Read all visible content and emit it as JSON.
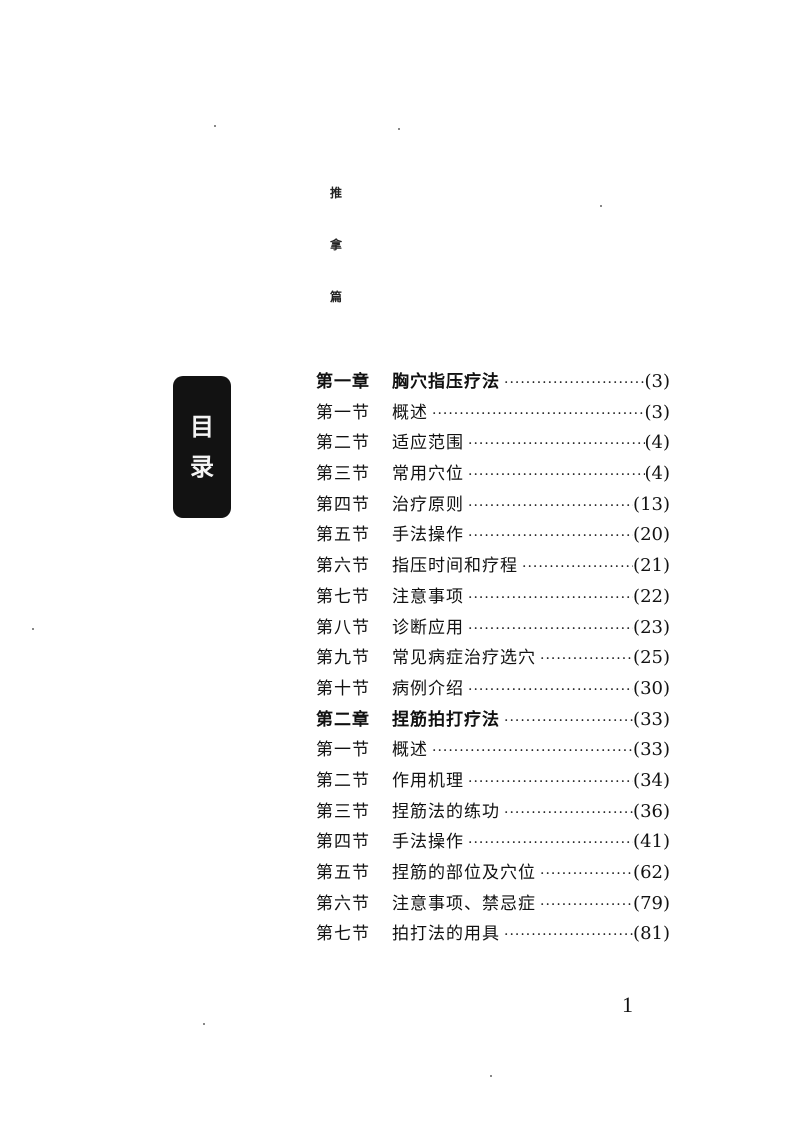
{
  "side_title": [
    "推",
    "拿",
    "篇"
  ],
  "tab_label": [
    "目",
    "录"
  ],
  "toc": [
    {
      "num": "第一章",
      "title": "胸穴指压疗法",
      "page": "(3)",
      "chapter": true
    },
    {
      "num": "第一节",
      "title": "概述",
      "page": "(3)"
    },
    {
      "num": "第二节",
      "title": "适应范围",
      "page": "(4)"
    },
    {
      "num": "第三节",
      "title": "常用穴位",
      "page": "(4)"
    },
    {
      "num": "第四节",
      "title": "治疗原则",
      "page": "(13)"
    },
    {
      "num": "第五节",
      "title": "手法操作",
      "page": "(20)"
    },
    {
      "num": "第六节",
      "title": "指压时间和疗程",
      "page": "(21)"
    },
    {
      "num": "第七节",
      "title": "注意事项",
      "page": "(22)"
    },
    {
      "num": "第八节",
      "title": "诊断应用",
      "page": "(23)"
    },
    {
      "num": "第九节",
      "title": "常见病症治疗选穴",
      "page": "(25)"
    },
    {
      "num": "第十节",
      "title": "病例介绍",
      "page": "(30)"
    },
    {
      "num": "第二章",
      "title": "捏筋拍打疗法",
      "page": "(33)",
      "chapter": true
    },
    {
      "num": "第一节",
      "title": "概述",
      "page": "(33)"
    },
    {
      "num": "第二节",
      "title": "作用机理",
      "page": "(34)"
    },
    {
      "num": "第三节",
      "title": "捏筋法的练功",
      "page": "(36)"
    },
    {
      "num": "第四节",
      "title": "手法操作",
      "page": "(41)"
    },
    {
      "num": "第五节",
      "title": "捏筋的部位及穴位",
      "page": "(62)"
    },
    {
      "num": "第六节",
      "title": "注意事项、禁忌症",
      "page": "(79)"
    },
    {
      "num": "第七节",
      "title": "拍打法的用具",
      "page": "(81)"
    }
  ],
  "page_number": "1"
}
